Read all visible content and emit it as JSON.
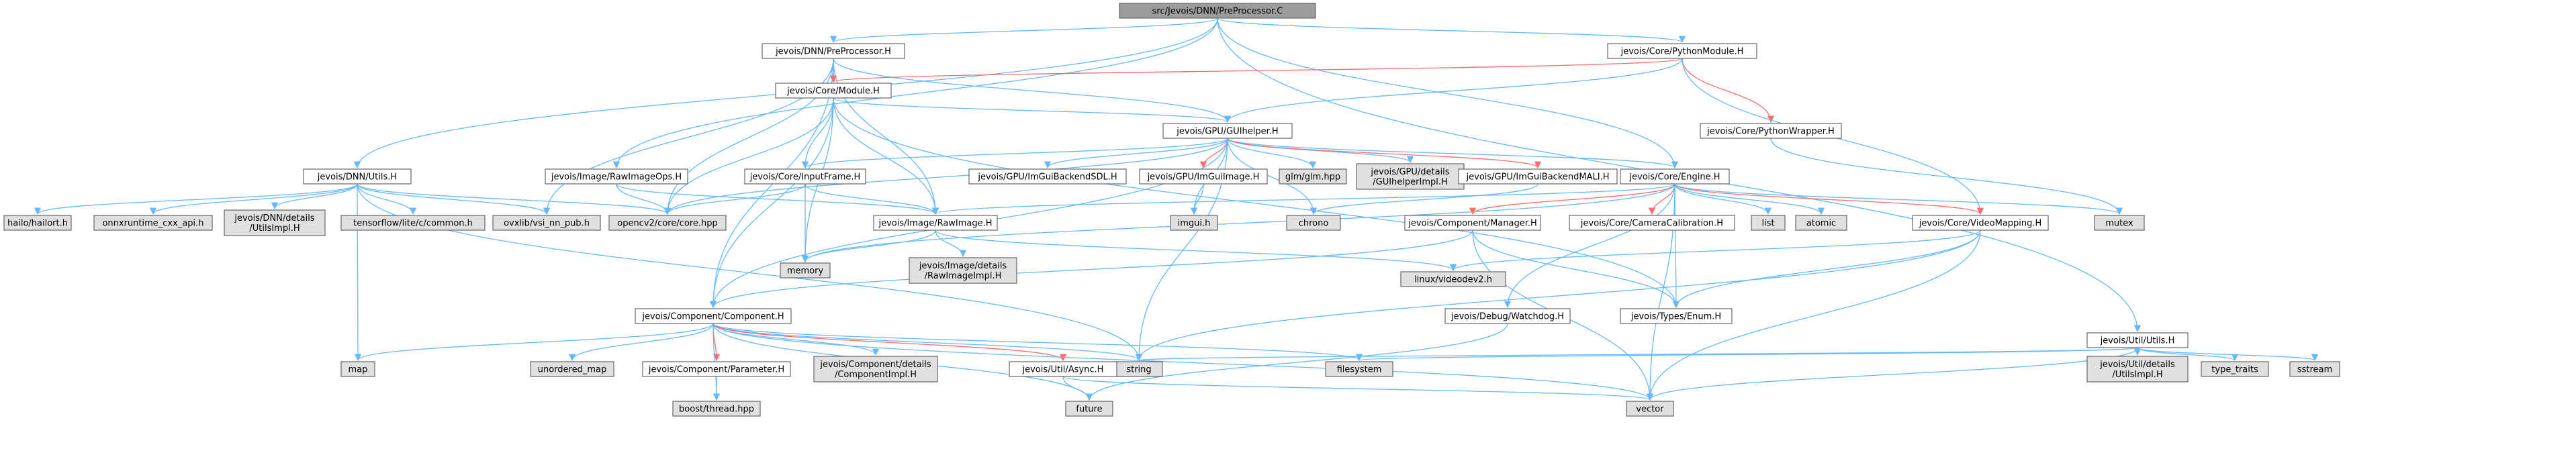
{
  "colors": {
    "root_fill": "#9c9c9c",
    "file_fill": "#ffffff",
    "system_fill": "#e0e0e0",
    "node_stroke": "#666666",
    "link_text_red": "#ff0000",
    "edge_blue": "#63b8ff",
    "edge_red": "#ff6a6a"
  },
  "nodes": [
    {
      "id": "root",
      "kind": "root",
      "lines": [
        "src/Jevois/DNN/PreProcessor.C"
      ]
    },
    {
      "id": "pre_h",
      "kind": "file",
      "lines": [
        "jevois/DNN/PreProcessor.H"
      ]
    },
    {
      "id": "py_mod",
      "kind": "file",
      "lines": [
        "jevois/Core/PythonModule.H"
      ]
    },
    {
      "id": "module",
      "kind": "file-red",
      "lines": [
        "jevois/Core/Module.H"
      ]
    },
    {
      "id": "py_wrap",
      "kind": "file-red",
      "lines": [
        "jevois/Core/PythonWrapper.H"
      ]
    },
    {
      "id": "dnn_utils",
      "kind": "file",
      "lines": [
        "jevois/DNN/Utils.H"
      ]
    },
    {
      "id": "raw_ops",
      "kind": "file",
      "lines": [
        "jevois/Image/RawImageOps.H"
      ]
    },
    {
      "id": "gui",
      "kind": "file",
      "lines": [
        "jevois/GPU/GUIhelper.H"
      ]
    },
    {
      "id": "inputframe",
      "kind": "file",
      "lines": [
        "jevois/Core/InputFrame.H"
      ]
    },
    {
      "id": "imgui_sdl",
      "kind": "file",
      "lines": [
        "jevois/GPU/ImGuiBackendSDL.H"
      ]
    },
    {
      "id": "imgui_image",
      "kind": "file-red",
      "lines": [
        "jevois/GPU/ImGuiImage.H"
      ]
    },
    {
      "id": "glm",
      "kind": "system",
      "lines": [
        "glm/glm.hpp"
      ]
    },
    {
      "id": "gui_impl",
      "kind": "system",
      "lines": [
        "jevois/GPU/details",
        "/GUIhelperImpl.H"
      ]
    },
    {
      "id": "imgui_mali",
      "kind": "file-red",
      "lines": [
        "jevois/GPU/ImGuiBackendMALI.H"
      ]
    },
    {
      "id": "engine",
      "kind": "file",
      "lines": [
        "jevois/Core/Engine.H"
      ]
    },
    {
      "id": "util_utils",
      "kind": "file",
      "lines": [
        "jevois/Util/Utils.H"
      ]
    },
    {
      "id": "hailo",
      "kind": "system",
      "lines": [
        "hailo/hailort.h"
      ]
    },
    {
      "id": "onnx",
      "kind": "system",
      "lines": [
        "onnxruntime_cxx_api.h"
      ]
    },
    {
      "id": "dnn_utils_impl",
      "kind": "system",
      "lines": [
        "jevois/DNN/details",
        "/UtilsImpl.H"
      ]
    },
    {
      "id": "tflite",
      "kind": "system",
      "lines": [
        "tensorflow/lite/c/common.h"
      ]
    },
    {
      "id": "ovx",
      "kind": "system",
      "lines": [
        "ovxlib/vsi_nn_pub.h"
      ]
    },
    {
      "id": "opencv",
      "kind": "system",
      "lines": [
        "opencv2/core/core.hpp"
      ]
    },
    {
      "id": "rawimage",
      "kind": "file",
      "lines": [
        "jevois/Image/RawImage.H"
      ]
    },
    {
      "id": "imgui",
      "kind": "system",
      "lines": [
        "imgui.h"
      ]
    },
    {
      "id": "chrono",
      "kind": "system",
      "lines": [
        "chrono"
      ]
    },
    {
      "id": "comp_mgr",
      "kind": "file-red",
      "lines": [
        "jevois/Component/Manager.H"
      ]
    },
    {
      "id": "camcal",
      "kind": "file-red",
      "lines": [
        "jevois/Core/CameraCalibration.H"
      ]
    },
    {
      "id": "list",
      "kind": "system",
      "lines": [
        "list"
      ]
    },
    {
      "id": "atomic",
      "kind": "system",
      "lines": [
        "atomic"
      ]
    },
    {
      "id": "videomap",
      "kind": "file-red",
      "lines": [
        "jevois/Core/VideoMapping.H"
      ]
    },
    {
      "id": "mutex",
      "kind": "system",
      "lines": [
        "mutex"
      ]
    },
    {
      "id": "memory",
      "kind": "system",
      "lines": [
        "memory"
      ]
    },
    {
      "id": "raw_impl",
      "kind": "system",
      "lines": [
        "jevois/Image/details",
        "/RawImageImpl.H"
      ]
    },
    {
      "id": "videodev",
      "kind": "system",
      "lines": [
        "linux/videodev2.h"
      ]
    },
    {
      "id": "watchdog",
      "kind": "file",
      "lines": [
        "jevois/Debug/Watchdog.H"
      ]
    },
    {
      "id": "types_enum",
      "kind": "file-red",
      "lines": [
        "jevois/Types/Enum.H"
      ]
    },
    {
      "id": "component",
      "kind": "file",
      "lines": [
        "jevois/Component/Component.H"
      ]
    },
    {
      "id": "map",
      "kind": "system",
      "lines": [
        "map"
      ]
    },
    {
      "id": "unordered_map",
      "kind": "system",
      "lines": [
        "unordered_map"
      ]
    },
    {
      "id": "parameter",
      "kind": "file-red",
      "lines": [
        "jevois/Component/Parameter.H"
      ]
    },
    {
      "id": "comp_impl",
      "kind": "system",
      "lines": [
        "jevois/Component/details",
        "/ComponentImpl.H"
      ]
    },
    {
      "id": "string",
      "kind": "system",
      "lines": [
        "string"
      ]
    },
    {
      "id": "async",
      "kind": "file-red",
      "lines": [
        "jevois/Util/Async.H"
      ]
    },
    {
      "id": "filesystem",
      "kind": "system",
      "lines": [
        "filesystem"
      ]
    },
    {
      "id": "vector",
      "kind": "system",
      "lines": [
        "vector"
      ]
    },
    {
      "id": "future",
      "kind": "system",
      "lines": [
        "future"
      ]
    },
    {
      "id": "boost_thread",
      "kind": "system",
      "lines": [
        "boost/thread.hpp"
      ]
    },
    {
      "id": "util_impl",
      "kind": "system",
      "lines": [
        "jevois/Util/details",
        "/UtilsImpl.H"
      ]
    },
    {
      "id": "type_traits",
      "kind": "system",
      "lines": [
        "type_traits"
      ]
    },
    {
      "id": "sstream",
      "kind": "system",
      "lines": [
        "sstream"
      ]
    }
  ],
  "edges": [
    {
      "from": "root",
      "to": "pre_h",
      "color": "blue"
    },
    {
      "from": "root",
      "to": "py_mod",
      "color": "blue"
    },
    {
      "from": "root",
      "to": "dnn_utils",
      "color": "blue"
    },
    {
      "from": "root",
      "to": "raw_ops",
      "color": "blue"
    },
    {
      "from": "root",
      "to": "engine",
      "color": "blue"
    },
    {
      "from": "root",
      "to": "util_utils",
      "color": "blue"
    },
    {
      "from": "pre_h",
      "to": "module",
      "color": "red"
    },
    {
      "from": "pre_h",
      "to": "gui",
      "color": "blue"
    },
    {
      "from": "pre_h",
      "to": "ovx",
      "color": "blue"
    },
    {
      "from": "pre_h",
      "to": "opencv",
      "color": "blue"
    },
    {
      "from": "pre_h",
      "to": "rawimage",
      "color": "blue"
    },
    {
      "from": "pre_h",
      "to": "component",
      "color": "blue"
    },
    {
      "from": "py_mod",
      "to": "module",
      "color": "red"
    },
    {
      "from": "py_mod",
      "to": "py_wrap",
      "color": "red"
    },
    {
      "from": "py_mod",
      "to": "gui",
      "color": "blue"
    },
    {
      "from": "py_mod",
      "to": "videomap",
      "color": "blue"
    },
    {
      "from": "py_wrap",
      "to": "mutex",
      "color": "blue"
    },
    {
      "from": "module",
      "to": "gui",
      "color": "blue"
    },
    {
      "from": "module",
      "to": "inputframe",
      "color": "blue"
    },
    {
      "from": "module",
      "to": "opencv",
      "color": "blue"
    },
    {
      "from": "module",
      "to": "rawimage",
      "color": "blue"
    },
    {
      "from": "module",
      "to": "component",
      "color": "blue"
    },
    {
      "from": "module",
      "to": "memory",
      "color": "blue"
    },
    {
      "from": "module",
      "to": "types_enum",
      "color": "blue"
    },
    {
      "from": "gui",
      "to": "inputframe",
      "color": "blue"
    },
    {
      "from": "gui",
      "to": "imgui_sdl",
      "color": "blue"
    },
    {
      "from": "gui",
      "to": "imgui_image",
      "color": "red"
    },
    {
      "from": "gui",
      "to": "glm",
      "color": "blue"
    },
    {
      "from": "gui",
      "to": "gui_impl",
      "color": "blue"
    },
    {
      "from": "gui",
      "to": "imgui_mali",
      "color": "red"
    },
    {
      "from": "gui",
      "to": "engine",
      "color": "blue"
    },
    {
      "from": "gui",
      "to": "imgui",
      "color": "blue"
    },
    {
      "from": "gui",
      "to": "opencv",
      "color": "blue"
    },
    {
      "from": "gui",
      "to": "component",
      "color": "blue"
    },
    {
      "from": "gui",
      "to": "string",
      "color": "blue"
    },
    {
      "from": "gui",
      "to": "chrono",
      "color": "blue"
    },
    {
      "from": "imgui_image",
      "to": "imgui",
      "color": "blue"
    },
    {
      "from": "imgui_mali",
      "to": "chrono",
      "color": "blue"
    },
    {
      "from": "inputframe",
      "to": "opencv",
      "color": "blue"
    },
    {
      "from": "inputframe",
      "to": "rawimage",
      "color": "blue"
    },
    {
      "from": "inputframe",
      "to": "memory",
      "color": "blue"
    },
    {
      "from": "engine",
      "to": "comp_mgr",
      "color": "red"
    },
    {
      "from": "engine",
      "to": "camcal",
      "color": "red"
    },
    {
      "from": "engine",
      "to": "list",
      "color": "blue"
    },
    {
      "from": "engine",
      "to": "atomic",
      "color": "blue"
    },
    {
      "from": "engine",
      "to": "videomap",
      "color": "red"
    },
    {
      "from": "engine",
      "to": "mutex",
      "color": "blue"
    },
    {
      "from": "engine",
      "to": "watchdog",
      "color": "blue"
    },
    {
      "from": "engine",
      "to": "types_enum",
      "color": "blue"
    },
    {
      "from": "engine",
      "to": "rawimage",
      "color": "blue"
    },
    {
      "from": "engine",
      "to": "memory",
      "color": "blue"
    },
    {
      "from": "engine",
      "to": "vector",
      "color": "blue"
    },
    {
      "from": "comp_mgr",
      "to": "component",
      "color": "blue"
    },
    {
      "from": "comp_mgr",
      "to": "types_enum",
      "color": "blue"
    },
    {
      "from": "comp_mgr",
      "to": "vector",
      "color": "blue"
    },
    {
      "from": "videomap",
      "to": "videodev",
      "color": "blue"
    },
    {
      "from": "videomap",
      "to": "types_enum",
      "color": "blue"
    },
    {
      "from": "videomap",
      "to": "string",
      "color": "blue"
    },
    {
      "from": "videomap",
      "to": "vector",
      "color": "blue"
    },
    {
      "from": "watchdog",
      "to": "future",
      "color": "blue"
    },
    {
      "from": "dnn_utils",
      "to": "hailo",
      "color": "blue"
    },
    {
      "from": "dnn_utils",
      "to": "onnx",
      "color": "blue"
    },
    {
      "from": "dnn_utils",
      "to": "dnn_utils_impl",
      "color": "blue"
    },
    {
      "from": "dnn_utils",
      "to": "tflite",
      "color": "blue"
    },
    {
      "from": "dnn_utils",
      "to": "ovx",
      "color": "blue"
    },
    {
      "from": "dnn_utils",
      "to": "opencv",
      "color": "blue"
    },
    {
      "from": "dnn_utils",
      "to": "map",
      "color": "blue"
    },
    {
      "from": "dnn_utils",
      "to": "string",
      "color": "blue"
    },
    {
      "from": "raw_ops",
      "to": "opencv",
      "color": "blue"
    },
    {
      "from": "raw_ops",
      "to": "rawimage",
      "color": "blue"
    },
    {
      "from": "rawimage",
      "to": "raw_impl",
      "color": "blue"
    },
    {
      "from": "rawimage",
      "to": "videodev",
      "color": "blue"
    },
    {
      "from": "rawimage",
      "to": "memory",
      "color": "blue"
    },
    {
      "from": "component",
      "to": "map",
      "color": "blue"
    },
    {
      "from": "component",
      "to": "unordered_map",
      "color": "blue"
    },
    {
      "from": "component",
      "to": "parameter",
      "color": "red"
    },
    {
      "from": "component",
      "to": "comp_impl",
      "color": "blue"
    },
    {
      "from": "component",
      "to": "string",
      "color": "blue"
    },
    {
      "from": "component",
      "to": "async",
      "color": "red"
    },
    {
      "from": "component",
      "to": "filesystem",
      "color": "blue"
    },
    {
      "from": "component",
      "to": "vector",
      "color": "blue"
    },
    {
      "from": "component",
      "to": "future",
      "color": "blue"
    },
    {
      "from": "component",
      "to": "boost_thread",
      "color": "blue"
    },
    {
      "from": "parameter",
      "to": "boost_thread",
      "color": "blue"
    },
    {
      "from": "async",
      "to": "future",
      "color": "blue"
    },
    {
      "from": "async",
      "to": "vector",
      "color": "blue"
    },
    {
      "from": "util_utils",
      "to": "string",
      "color": "blue"
    },
    {
      "from": "util_utils",
      "to": "filesystem",
      "color": "blue"
    },
    {
      "from": "util_utils",
      "to": "vector",
      "color": "blue"
    },
    {
      "from": "util_utils",
      "to": "util_impl",
      "color": "blue"
    },
    {
      "from": "util_utils",
      "to": "type_traits",
      "color": "blue"
    },
    {
      "from": "util_utils",
      "to": "sstream",
      "color": "blue"
    }
  ]
}
